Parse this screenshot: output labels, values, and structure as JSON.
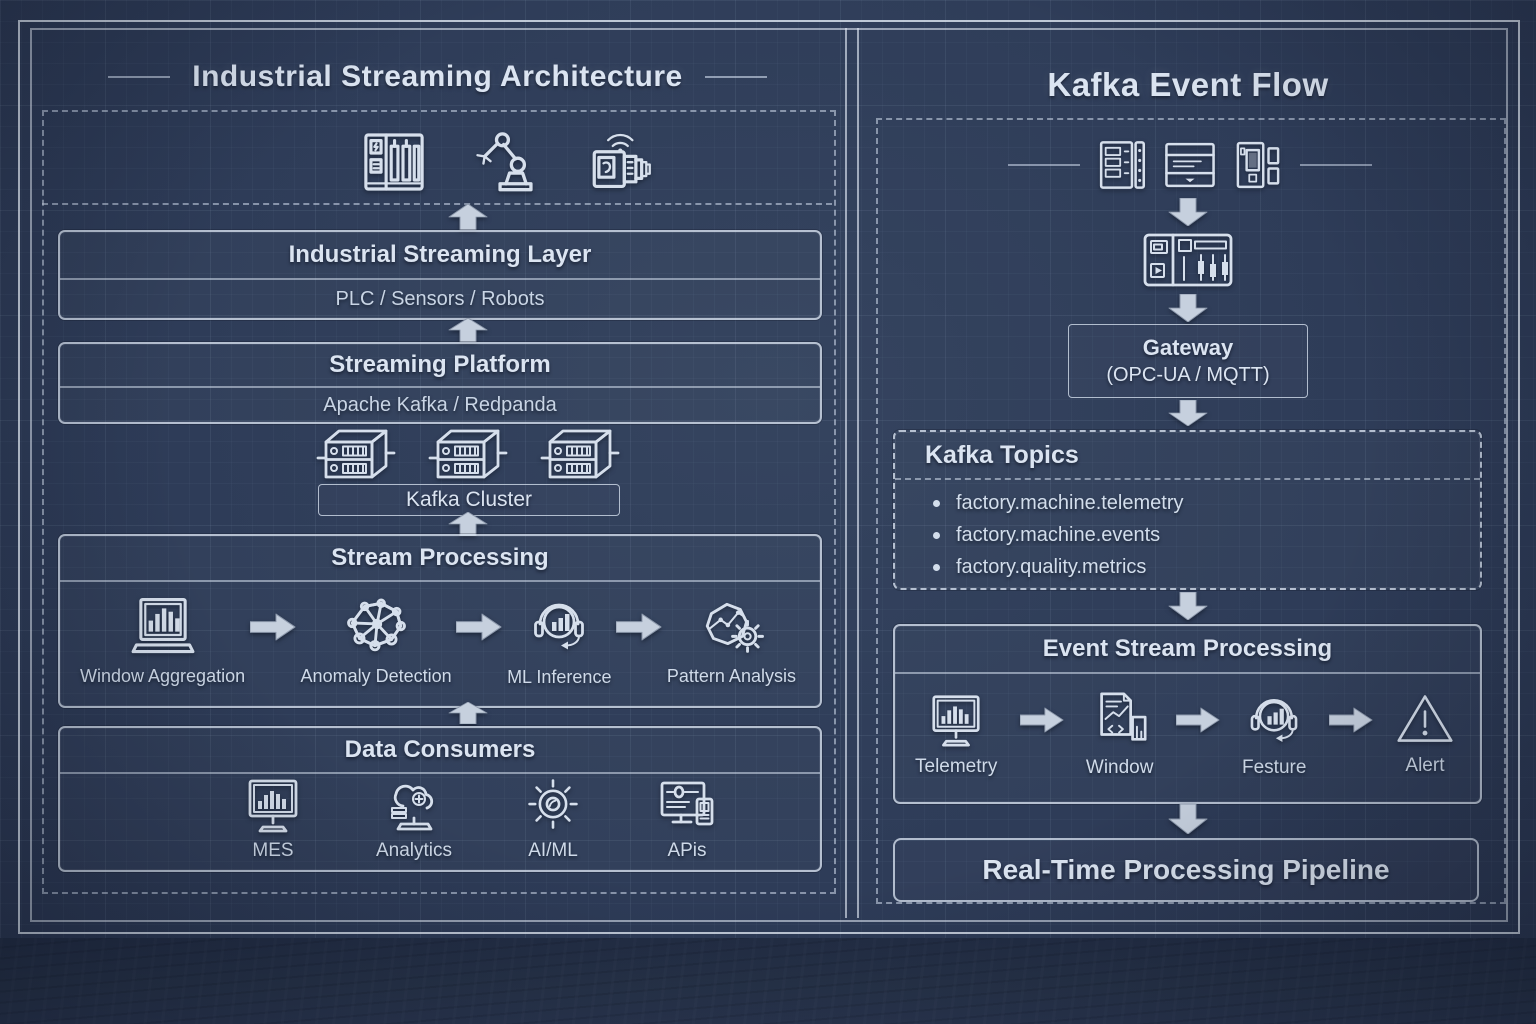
{
  "left_panel": {
    "title": "Industrial Streaming Architecture",
    "device_icons": [
      {
        "name": "plc-cabinet-icon"
      },
      {
        "name": "robot-arm-icon"
      },
      {
        "name": "iiot-camera-icon"
      }
    ],
    "streaming_layer": {
      "title": "Industrial Streaming Layer",
      "subtitle": "PLC / Sensors / Robots"
    },
    "streaming_platform": {
      "title": "Streaming Platform",
      "subtitle": "Apache Kafka / Redpanda"
    },
    "kafka_cluster": {
      "label": "Kafka Cluster",
      "broker_icon": "server-3d-icon",
      "broker_count": 3
    },
    "stream_processing": {
      "title": "Stream Processing",
      "steps": [
        {
          "label": "Window Aggregation",
          "icon": "laptop-chart-icon"
        },
        {
          "label": "Anomaly Detection",
          "icon": "network-graph-icon"
        },
        {
          "label": "ML Inference",
          "icon": "headset-chart-icon"
        },
        {
          "label": "Pattern Analysis",
          "icon": "pattern-gear-icon"
        }
      ]
    },
    "data_consumers": {
      "title": "Data Consumers",
      "items": [
        {
          "label": "MES",
          "icon": "monitor-chart-icon"
        },
        {
          "label": "Analytics",
          "icon": "cloud-analytics-icon"
        },
        {
          "label": "AI/ML",
          "icon": "gear-icon"
        },
        {
          "label": "APis",
          "icon": "monitor-api-icon"
        }
      ]
    }
  },
  "right_panel": {
    "title": "Kafka Event Flow",
    "source_icons": [
      {
        "name": "machine-panel-icon"
      },
      {
        "name": "machine-server-icon"
      },
      {
        "name": "machine-display-icon"
      }
    ],
    "controller_icon": "control-panel-icon",
    "gateway": {
      "title": "Gateway",
      "subtitle": "(OPC-UA / MQTT)"
    },
    "kafka_topics": {
      "title": "Kafka Topics",
      "topics": [
        "factory.machine.telemetry",
        "factory.machine.events",
        "factory.quality.metrics"
      ]
    },
    "event_stream_processing": {
      "title": "Event Stream Processing",
      "steps": [
        {
          "label": "Telemetry",
          "icon": "monitor-chart-icon"
        },
        {
          "label": "Window",
          "icon": "doc-chart-icon"
        },
        {
          "label": "Festure",
          "icon": "headset-chart-icon"
        },
        {
          "label": "Alert",
          "icon": "alert-triangle-icon"
        }
      ]
    },
    "pipeline_label": "Real-Time Processing Pipeline"
  },
  "colors": {
    "background": "#2e3c58",
    "line": "#d6dfec",
    "text": "#dbe4f1",
    "arrow": "#c6d0de",
    "bottom_strip": "#273349"
  }
}
